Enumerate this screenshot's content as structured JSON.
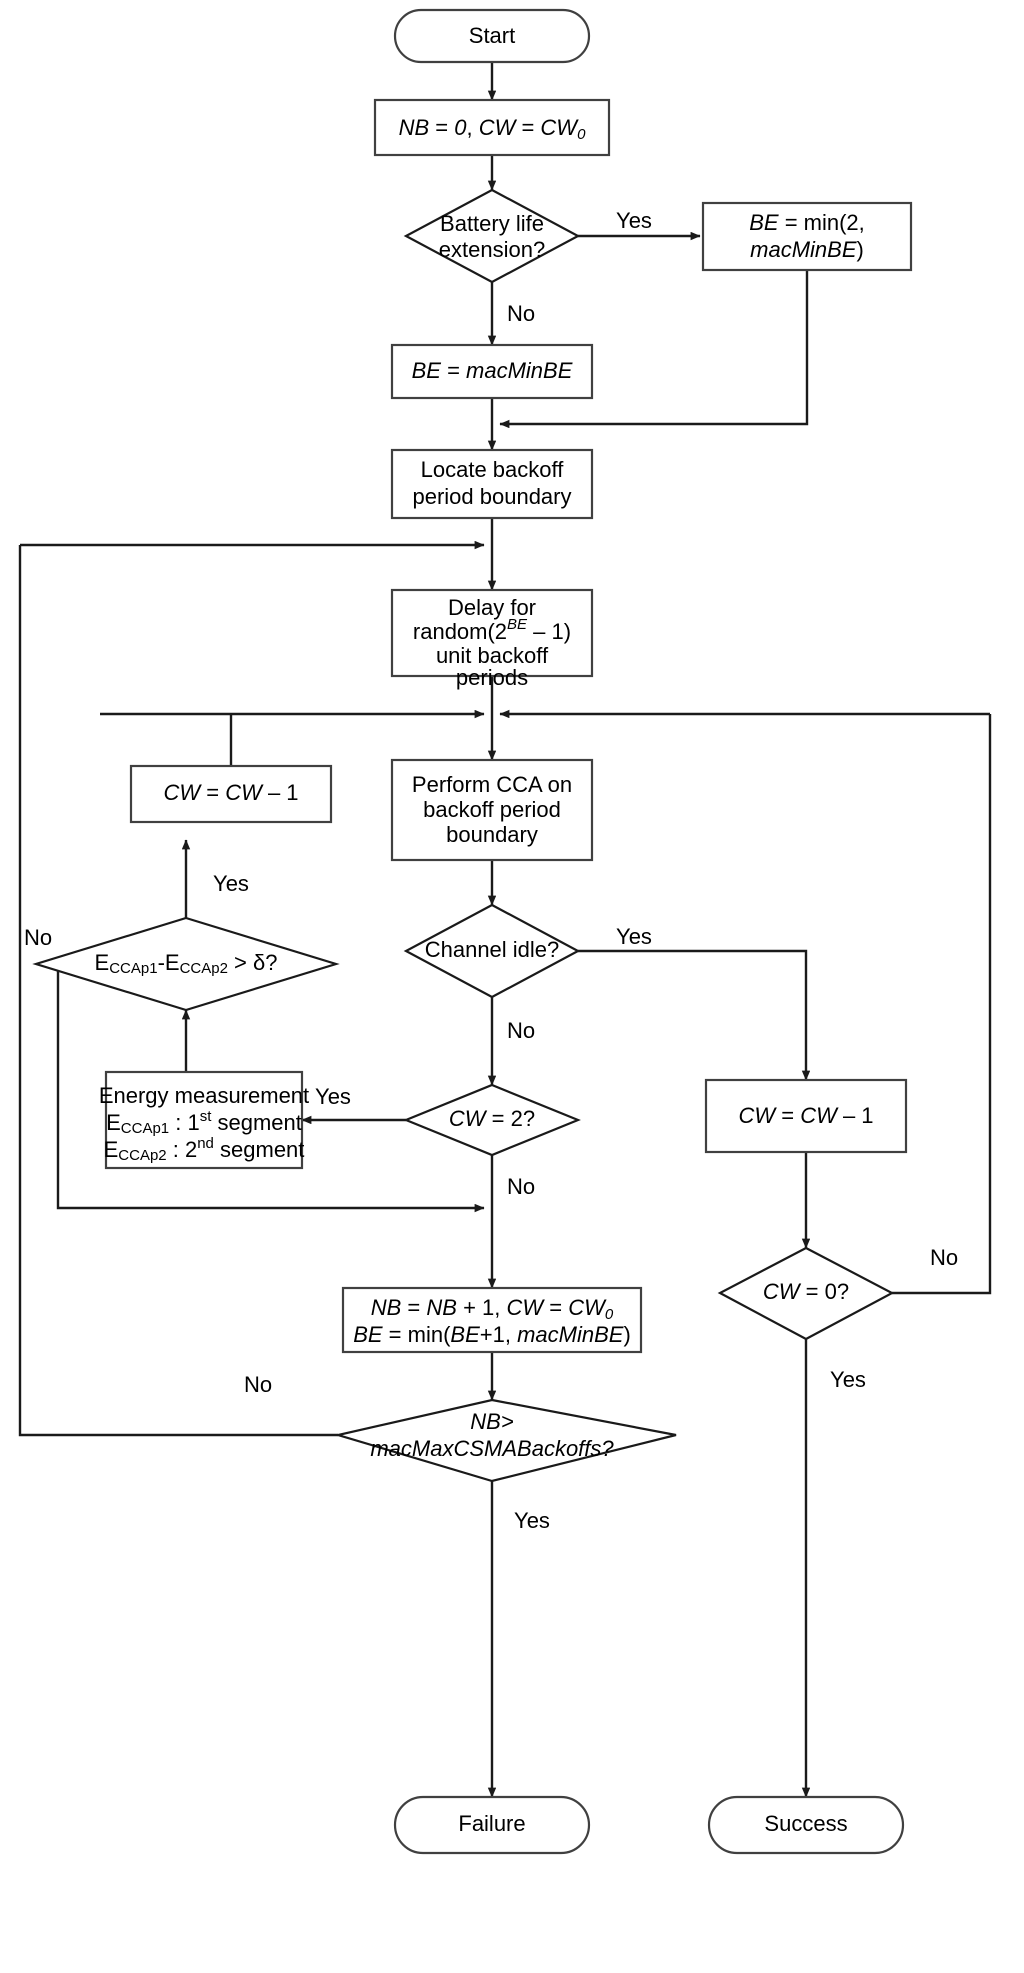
{
  "diagram": {
    "title": "IEEE 802.15.4 slotted CSMA-CA with battery life extension flowchart",
    "colors": {
      "stroke": "#1a1a1a",
      "box_stroke": "#404040",
      "background": "#ffffff",
      "text": "#000000"
    },
    "nodes": {
      "start": {
        "label": "Start",
        "type": "terminator"
      },
      "init": {
        "label": "NB = 0, CW = CW0",
        "text_main": "NB",
        "type": "process"
      },
      "ble_decision": {
        "line1": "Battery life",
        "line2": "extension?",
        "type": "decision"
      },
      "be_min": {
        "line1": "BE = min(2,",
        "line2": "macMinBE)",
        "type": "process"
      },
      "be_macmin": {
        "label": "BE = macMinBE",
        "type": "process"
      },
      "locate": {
        "line1": "Locate backoff",
        "line2": "period boundary",
        "type": "process"
      },
      "delay": {
        "line1": "Delay for",
        "line2": "random(2BE - 1)",
        "line3": "unit backoff",
        "line4": "periods",
        "type": "process"
      },
      "cw_dec_left": {
        "label": "CW = CW - 1",
        "type": "process"
      },
      "perform_cca": {
        "line1": "Perform CCA on",
        "line2": "backoff period",
        "line3": "boundary",
        "type": "process"
      },
      "energy_decision": {
        "label": "ECCAp1-ECCAp2 > d?",
        "type": "decision"
      },
      "channel_idle": {
        "label": "Channel idle?",
        "type": "decision"
      },
      "energy_measure": {
        "line1": "Energy measurement",
        "line2": "ECCAp1 : 1st segment",
        "line3": "ECCAp2 : 2nd segment",
        "type": "process"
      },
      "cw_eq_2": {
        "label": "CW = 2?",
        "type": "decision"
      },
      "cw_dec_right": {
        "label": "CW = CW - 1",
        "type": "process"
      },
      "nb_update": {
        "line1": "NB = NB + 1, CW = CW0",
        "line2": "BE = min(BE+1, macMinBE)",
        "type": "process"
      },
      "cw_eq_0": {
        "label": "CW = 0?",
        "type": "decision"
      },
      "nb_max": {
        "line1": "NB>",
        "line2": "macMaxCSMABackoffs?",
        "type": "decision"
      },
      "failure": {
        "label": "Failure",
        "type": "terminator"
      },
      "success": {
        "label": "Success",
        "type": "terminator"
      }
    },
    "edge_labels": {
      "ble_yes": "Yes",
      "ble_no": "No",
      "energy_yes": "Yes",
      "energy_no": "No",
      "channel_yes": "Yes",
      "channel_no": "No",
      "cw2_yes": "Yes",
      "cw2_no": "No",
      "cw0_no": "No",
      "cw0_yes": "Yes",
      "nbmax_no": "No",
      "nbmax_yes": "Yes"
    }
  }
}
